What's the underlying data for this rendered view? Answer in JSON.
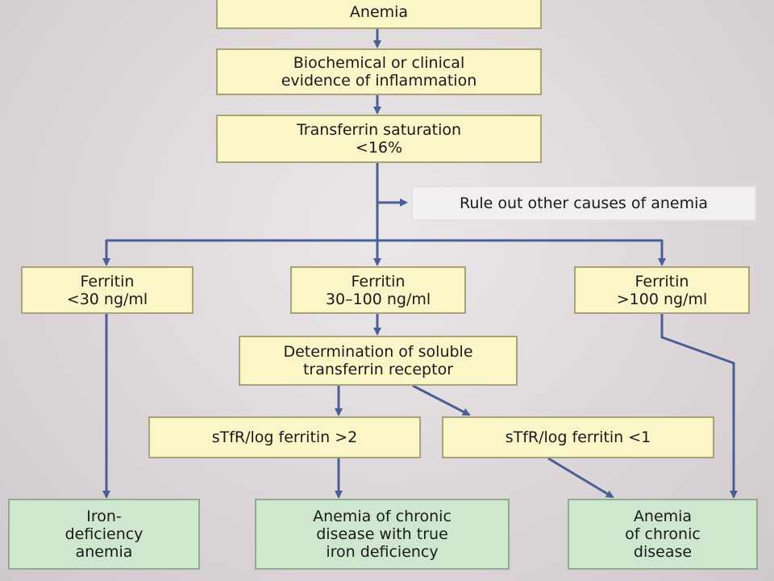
{
  "nodes": {
    "anemia": [
      "Anemia"
    ],
    "inflammation": [
      "Biochemical or clinical",
      "evidence of inflammation"
    ],
    "transferrin": [
      "Transferrin saturation",
      "<16%"
    ],
    "rule_out": [
      "Rule out other causes of anemia"
    ],
    "ferritin_low": [
      "Ferritin",
      "<30 ng/ml"
    ],
    "ferritin_mid": [
      "Ferritin",
      "30–100 ng/ml"
    ],
    "ferritin_high": [
      "Ferritin",
      ">100 ng/ml"
    ],
    "stfr": [
      "Determination of soluble",
      "transferrin receptor"
    ],
    "ratio_high": [
      "sTfR/log ferritin >2"
    ],
    "ratio_low": [
      "sTfR/log ferritin <1"
    ],
    "ida": [
      "Iron-",
      "deficiency",
      "anemia"
    ],
    "acd_true": [
      "Anemia of chronic",
      "disease with true",
      "iron deficiency"
    ],
    "acd": [
      "Anemia",
      "of chronic",
      "disease"
    ]
  },
  "colors": {
    "decision_box": "#fbf6c8",
    "outcome_box": "#cfe6cf",
    "arrow": "#4a5f93"
  }
}
